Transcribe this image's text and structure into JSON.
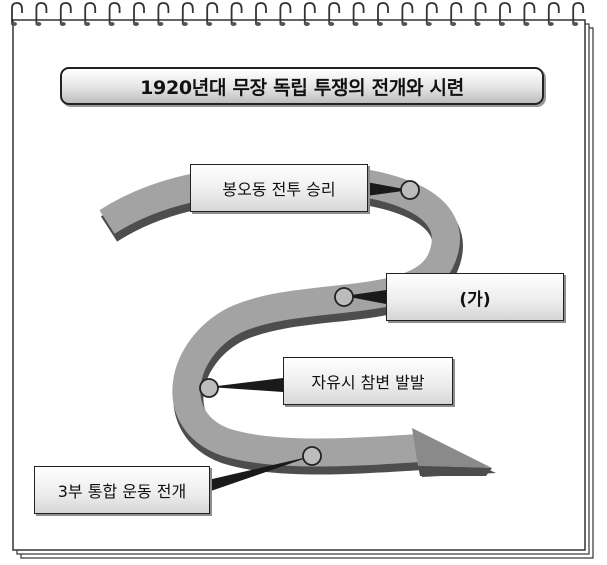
{
  "title": "1920년대 무장 독립 투쟁의 전개와 시련",
  "events": [
    {
      "label": "봉오동 전투 승리"
    },
    {
      "label": "(가)"
    },
    {
      "label": "자유시 참변 발발"
    },
    {
      "label": "3부 통합 운동 전개"
    }
  ]
}
